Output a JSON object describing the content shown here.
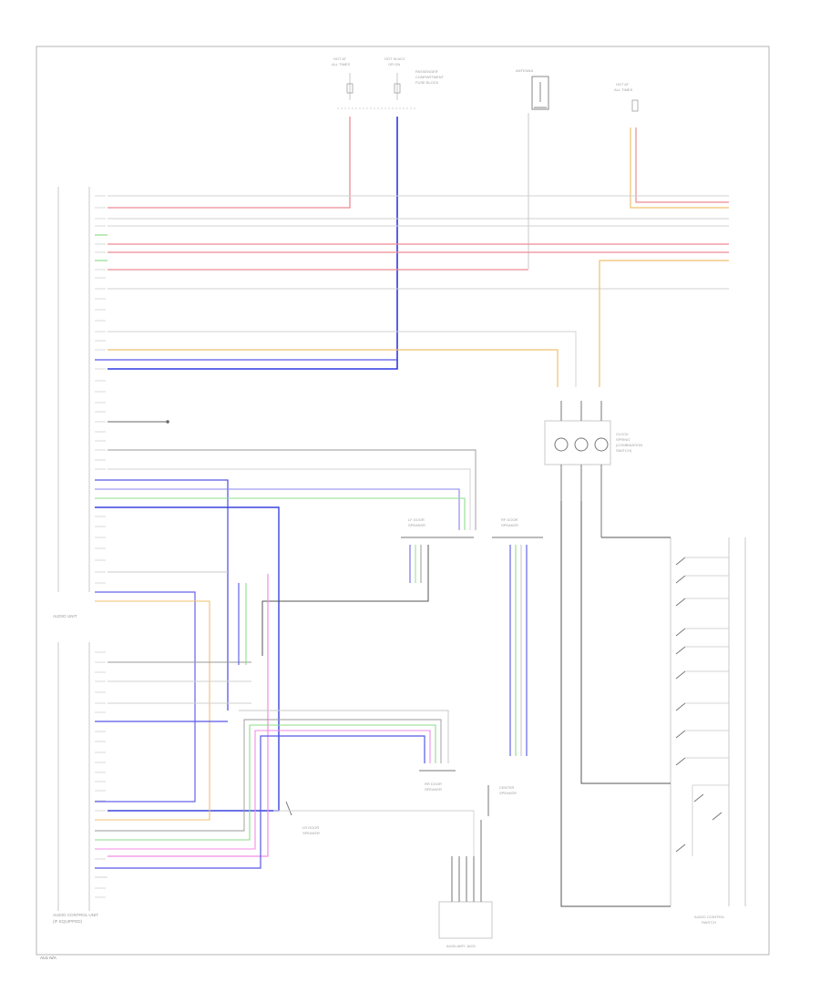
{
  "colors": {
    "red": "#ee8a95",
    "blue": "#2d3ae0",
    "purple": "#5757e6",
    "orange": "#f0c06e",
    "green": "#8fdc8c",
    "pink": "#f08ce6",
    "grey": "#c8c8c8",
    "dark": "#555555",
    "frame": "#b4b4b4"
  },
  "unit_labels": {
    "audio_unit": "AUDIO UNIT",
    "audio_control_unit": "AUDIO CONTROL UNIT",
    "audio_control_unit_2": "(IF EQUIPPED)",
    "audio_control_switch": "AUDIO CONTROL",
    "audio_control_switch_2": "SWITCH",
    "aux_unit": "AUXILIARY JACK",
    "clock_spring": "CLOCK",
    "clock_spring_2": "SPRING",
    "clock_spring_3": "(COMBINATION",
    "clock_spring_4": "SWITCH)",
    "lf_speaker": "LF DOOR",
    "lf_speaker_2": "SPEAKER",
    "rf_speaker": "RF DOOR",
    "rf_speaker_2": "SPEAKER",
    "lr_speaker": "LR DOOR",
    "lr_speaker_2": "SPEAKER",
    "rr_speaker": "RR DOOR",
    "rr_speaker_2": "SPEAKER",
    "sub_speaker": "CENTER",
    "sub_speaker_2": "SPEAKER",
    "fuse_left": "HOT AT",
    "fuse_left_2": "ALL TIMES",
    "fuse_mid": "HOT IN ACC",
    "fuse_mid_2": "OR ON",
    "fuse_right": "HOT AT",
    "fuse_right_2": "ALL TIMES",
    "junction": "PASSENGER",
    "junction_2": "COMPARTMENT",
    "junction_3": "FUSE BLOCK",
    "antenna": "ANTENNA",
    "footer": "AU1 N/A"
  }
}
